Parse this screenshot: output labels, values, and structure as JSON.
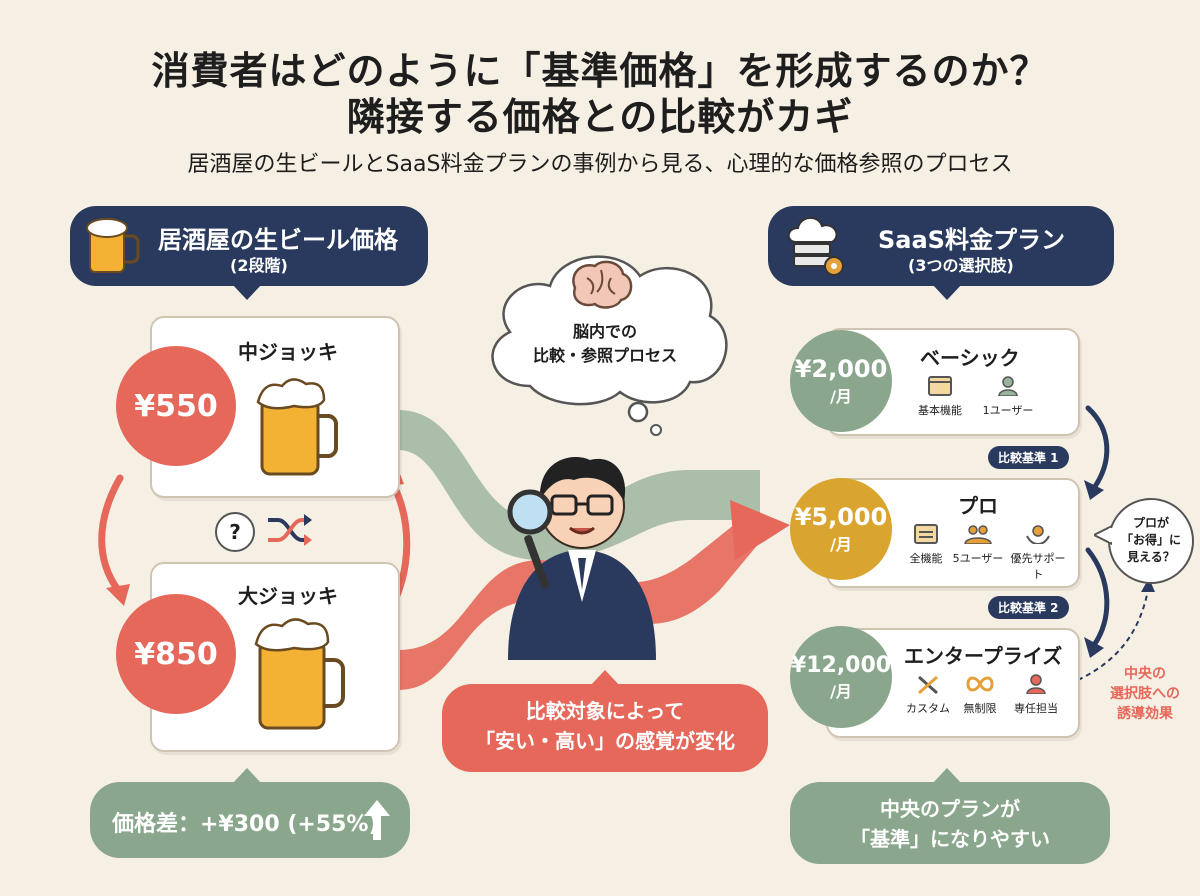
{
  "title": {
    "line1": "消費者はどのように「基準価格」を形成するのか？",
    "line2": "隣接する価格との比較がカギ",
    "subtitle": "居酒屋の生ビールとSaaS料金プランの事例から見る、心理的な価格参照のプロセス"
  },
  "beer": {
    "header_line1": "居酒屋の生ビール価格",
    "header_line2": "(2段階)",
    "medium_name": "中ジョッキ",
    "medium_price": "¥550",
    "large_name": "大ジョッキ",
    "large_price": "¥850",
    "diff_label": "価格差：+¥300 (+55%)"
  },
  "center": {
    "thought_line1": "脳内での",
    "thought_line2": "比較・参照プロセス",
    "message_line1": "比較対象によって",
    "message_line2": "「安い・高い」の感覚が変化"
  },
  "saas": {
    "header_line1": "SaaS料金プラン",
    "header_line2": "(3つの選択肢)",
    "per_month": "/月",
    "plans": [
      {
        "name": "ベーシック",
        "price": "¥2,000",
        "features": [
          "基本機能",
          "1ユーザー"
        ]
      },
      {
        "name": "プロ",
        "price": "¥5,000",
        "features": [
          "全機能",
          "5ユーザー",
          "優先サポート"
        ]
      },
      {
        "name": "エンタープライズ",
        "price": "¥12,000",
        "features": [
          "カスタム",
          "無制限",
          "専任担当"
        ]
      }
    ],
    "compare1": "比較基準 1",
    "compare2": "比較基準 2",
    "bubble_line1": "プロが",
    "bubble_line2": "「お得」に",
    "bubble_line3": "見える？",
    "effect_line1": "中央の",
    "effect_line2": "選択肢への",
    "effect_line3": "誘導効果",
    "bottom_line1": "中央のプランが",
    "bottom_line2": "「基準」になりやすい"
  },
  "colors": {
    "navy": "#2a3a5e",
    "red": "#e5685a",
    "green": "#8aa68c",
    "gold": "#d9a52f",
    "background": "#f6efe3"
  }
}
